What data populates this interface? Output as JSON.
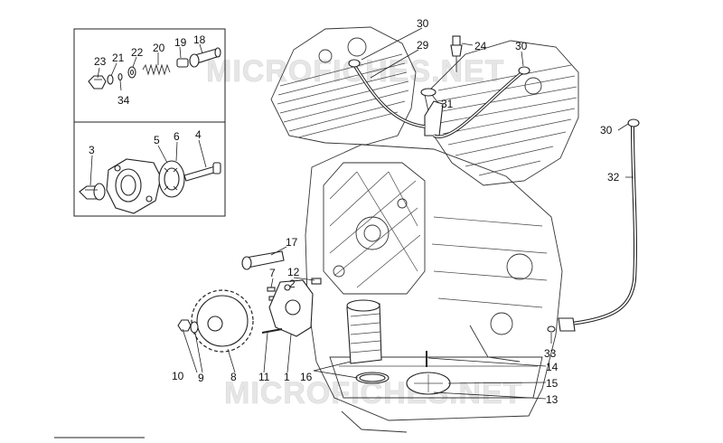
{
  "watermark": {
    "top": "MICROFICHES.NET",
    "bottom": "MICROFICHES.NET"
  },
  "callouts": [
    {
      "id": "c23",
      "text": "23"
    },
    {
      "id": "c21",
      "text": "21"
    },
    {
      "id": "c22",
      "text": "22"
    },
    {
      "id": "c20",
      "text": "20"
    },
    {
      "id": "c19",
      "text": "19"
    },
    {
      "id": "c18",
      "text": "18"
    },
    {
      "id": "c34",
      "text": "34"
    },
    {
      "id": "c3",
      "text": "3"
    },
    {
      "id": "c5",
      "text": "5"
    },
    {
      "id": "c6",
      "text": "6"
    },
    {
      "id": "c4",
      "text": "4"
    },
    {
      "id": "c30a",
      "text": "30"
    },
    {
      "id": "c29",
      "text": "29"
    },
    {
      "id": "c24",
      "text": "24"
    },
    {
      "id": "c30b",
      "text": "30"
    },
    {
      "id": "c31",
      "text": "31"
    },
    {
      "id": "c30c",
      "text": "30"
    },
    {
      "id": "c32",
      "text": "32"
    },
    {
      "id": "c17",
      "text": "17"
    },
    {
      "id": "c7",
      "text": "7"
    },
    {
      "id": "c12",
      "text": "12"
    },
    {
      "id": "c2",
      "text": "2"
    },
    {
      "id": "c10",
      "text": "10"
    },
    {
      "id": "c9",
      "text": "9"
    },
    {
      "id": "c8",
      "text": "8"
    },
    {
      "id": "c11",
      "text": "11"
    },
    {
      "id": "c1",
      "text": "1"
    },
    {
      "id": "c16",
      "text": "16"
    },
    {
      "id": "c33",
      "text": "33"
    },
    {
      "id": "c14",
      "text": "14"
    },
    {
      "id": "c15",
      "text": "15"
    },
    {
      "id": "c13",
      "text": "13"
    }
  ]
}
